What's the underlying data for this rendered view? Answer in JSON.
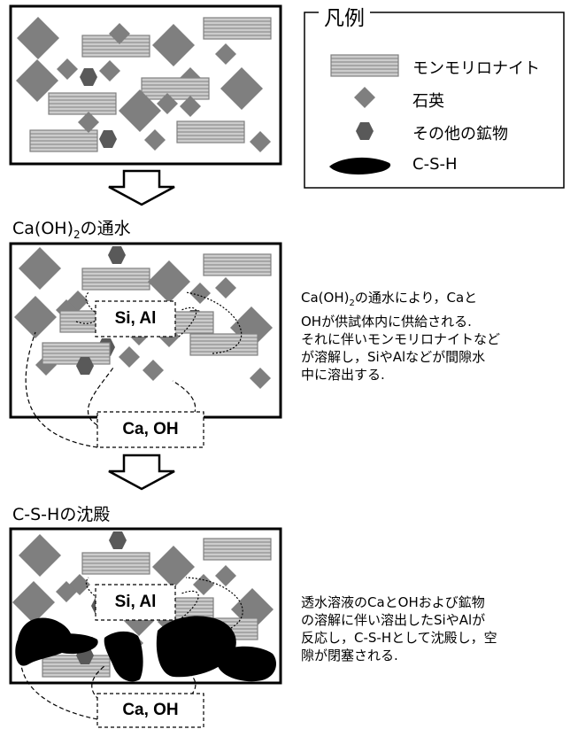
{
  "legend": {
    "title": "凡例",
    "items": [
      {
        "label": "モンモリロナイト",
        "icon": "montmorillonite-icon"
      },
      {
        "label": "石英",
        "icon": "quartz-icon"
      },
      {
        "label": "その他の鉱物",
        "icon": "other-mineral-icon"
      },
      {
        "label": "C-S-H",
        "icon": "csh-icon"
      }
    ]
  },
  "step1": {
    "title_prefix": "Ca(OH)",
    "title_sub": "2",
    "title_suffix": "の通水",
    "description": {
      "line1_prefix": "Ca(OH)",
      "line1_sub": "2",
      "line1_suffix": "の通水により，Caと",
      "line2": "OHが供試体内に供給される.",
      "line3": "それに伴いモンモリロナイトなど",
      "line4": "が溶解し，SiやAlなどが間隙水",
      "line5": "中に溶出する."
    },
    "inner_label": "Si, Al",
    "supply_label": "Ca, OH"
  },
  "step2": {
    "title": "C-S-Hの沈殿",
    "description": {
      "line1": "透水溶液のCaとOHおよび鉱物",
      "line2": "の溶解に伴い溶出したSiやAlが",
      "line3": "反応し，C-S-Hとして沈殿し，空",
      "line4": "隙が閉塞される."
    },
    "inner_label": "Si, Al",
    "supply_label": "Ca, OH"
  },
  "colors": {
    "mineral_fill": "#7f7f7f",
    "clay_fill": "#cccccc",
    "clay_stripe": "#7f7f7f",
    "csh_fill": "#000000",
    "border": "#000000"
  }
}
